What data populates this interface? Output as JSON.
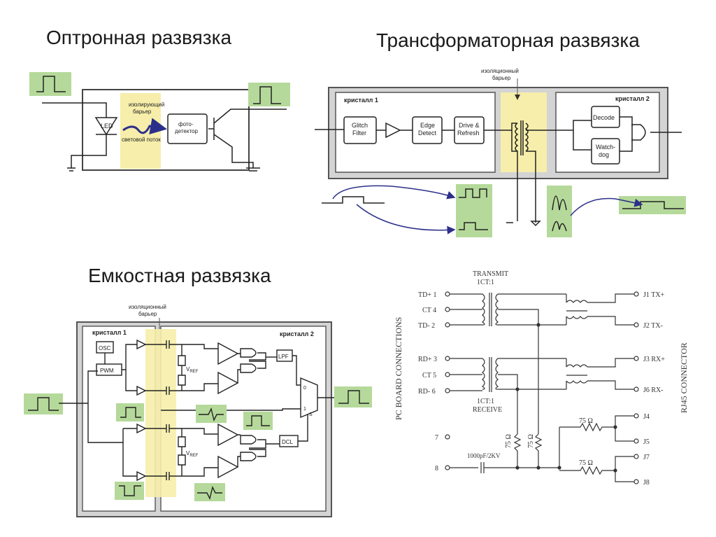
{
  "titles": {
    "optocoupler": "Оптронная развязка",
    "transformer": "Трансформаторная развязка",
    "capacitive": "Емкостная развязка"
  },
  "opto": {
    "led": "LED",
    "barrier": [
      "изолирующий",
      "барьер"
    ],
    "light_flow": "световой поток",
    "photo": [
      "фото-",
      "детектор"
    ]
  },
  "transformer_iso": {
    "barrier": [
      "изоляционный",
      "барьер"
    ],
    "chip1": "кристалл 1",
    "chip2": "кристалл 2",
    "glitch": [
      "Glitch",
      "Filter"
    ],
    "edge": [
      "Edge",
      "Detect"
    ],
    "drive": [
      "Drive &",
      "Refresh"
    ],
    "decode": "Decode",
    "watchdog": [
      "Watch-",
      "dog"
    ]
  },
  "capacitive_iso": {
    "barrier": [
      "изоляционный",
      "барьер"
    ],
    "chip1": "кристалл 1",
    "chip2": "кристалл 2",
    "osc": "OSC",
    "pwm": "PWM",
    "vref": "V",
    "vref_sub": "REF",
    "lpf": "LPF",
    "dcl": "DCL",
    "mux0": "0",
    "mux1": "1",
    "muxs": "S"
  },
  "schematic": {
    "transmit": "TRANSMIT",
    "ratio_top": "1CT:1",
    "ratio_bot": "1CT:1",
    "receive": "RECEIVE",
    "left_header": "PC BOARD CONNECTIONS",
    "right_header": "RJ45 CONNECTOR",
    "left_pins": [
      "TD+ 1",
      "CT 4",
      "TD- 2",
      "RD+ 3",
      "CT 5",
      "RD- 6",
      "7",
      "8"
    ],
    "right_pins": [
      "J1 TX+",
      "J2 TX-",
      "J3 RX+",
      "J6 RX-",
      "J4",
      "J5",
      "J7",
      "J8"
    ],
    "r75": "75 Ω",
    "cap": "1000pF/2KV"
  },
  "colors": {
    "highlight": "#b5d99a",
    "barrier": "#f6eeaa",
    "panel": "#d4d4d4",
    "arrow": "#2b2f8a"
  }
}
